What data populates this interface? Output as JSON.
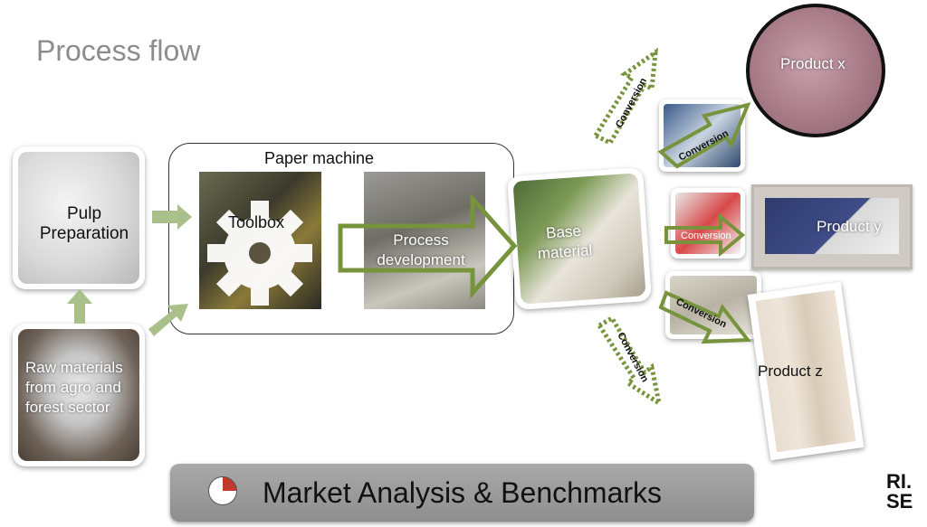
{
  "title": "Process flow",
  "pulp_label": "Pulp\nPreparation",
  "raw_label": "Raw materials\nfrom agro and\nforest sector",
  "machine": {
    "title": "Paper machine",
    "toolbox_label": "Toolbox",
    "process_label": "Process\ndevelopment"
  },
  "base_label": "Base\nmaterial",
  "conversion_label": "Conversion",
  "products": {
    "x": "Product x",
    "y": "Product y",
    "z": "Product z"
  },
  "market_label": "Market Analysis & Benchmarks",
  "logo": {
    "line1": "RI.",
    "line2": "SE"
  },
  "colors": {
    "arrow_green": "#77933c",
    "arrow_light": "#a9c08a"
  }
}
